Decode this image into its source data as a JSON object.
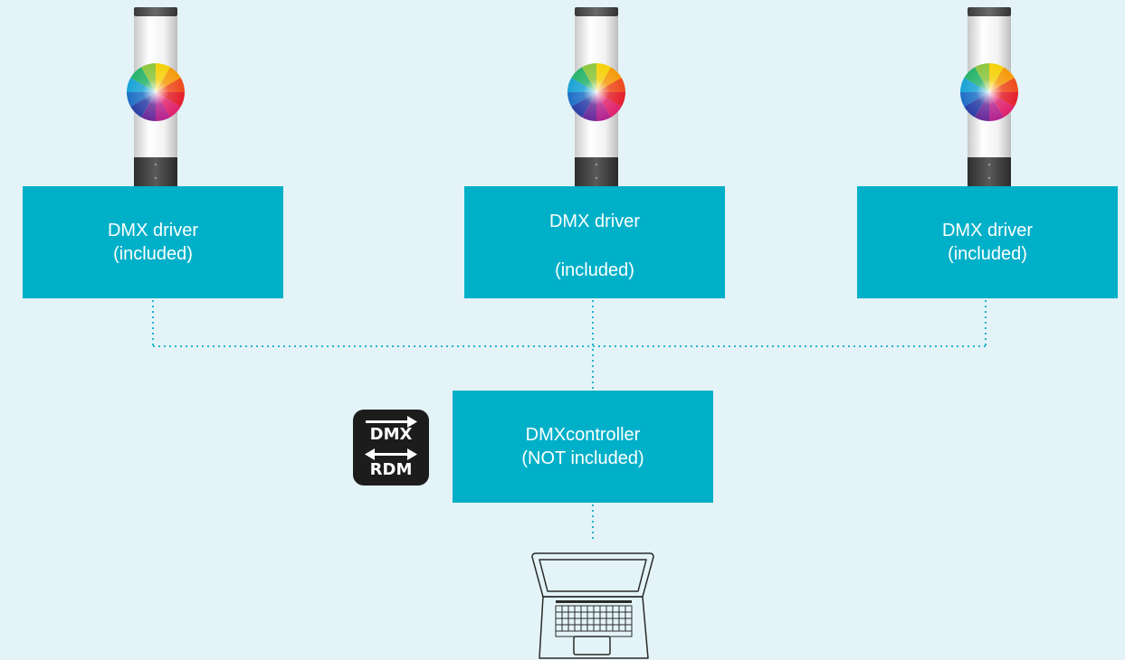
{
  "drivers": [
    {
      "line1": "DMX driver",
      "line2": "(included)"
    },
    {
      "line1": "DMX driver",
      "line2": "(included)"
    },
    {
      "line1": "DMX driver",
      "line2": "(included)"
    }
  ],
  "controller": {
    "line1": "DMXcontroller",
    "line2": "(NOT included)"
  },
  "badge": {
    "protocol_1": "DMX",
    "protocol_2": "RDM"
  },
  "colors": {
    "background": "#e3f3f7",
    "box": "#00b0c8",
    "connector": "#26b3cc",
    "badge": "#1c1c1c"
  },
  "icons": [
    "bollard-light-icon",
    "rgb-color-wheel-icon",
    "laptop-icon",
    "dmx-rdm-arrows-icon"
  ]
}
